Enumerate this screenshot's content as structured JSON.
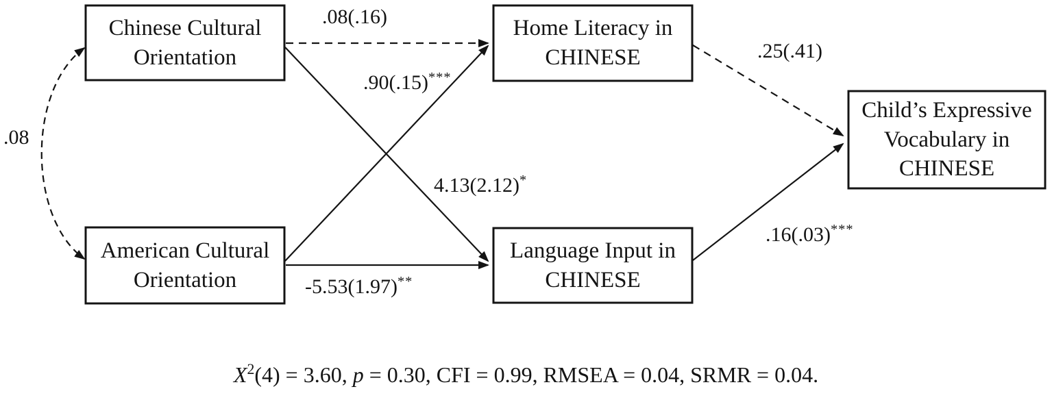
{
  "figure": {
    "background_color": "#ffffff",
    "line_color": "#141414",
    "nodes": {
      "chinese_cultural": {
        "lines": [
          "Chinese Cultural",
          "Orientation"
        ]
      },
      "american_cultural": {
        "lines": [
          "American Cultural",
          "Orientation"
        ]
      },
      "home_literacy": {
        "lines": [
          "Home Literacy in",
          "CHINESE"
        ]
      },
      "language_input": {
        "lines": [
          "Language Input in",
          "CHINESE"
        ]
      },
      "child_vocabulary": {
        "lines": [
          "Child’s Expressive",
          "Vocabulary in",
          "CHINESE"
        ]
      }
    },
    "paths": {
      "chinese_to_home_literacy": {
        "coef": ".08(.16)",
        "stars": "",
        "style": "dashed"
      },
      "american_to_home_literacy": {
        "coef": ".90(.15)",
        "stars": "***",
        "style": "solid"
      },
      "chinese_to_language_input": {
        "coef": "4.13(2.12)",
        "stars": "*",
        "style": "solid"
      },
      "american_to_language_input": {
        "coef": "-5.53(1.97)",
        "stars": "**",
        "style": "solid"
      },
      "home_literacy_to_vocabulary": {
        "coef": ".25(.41)",
        "stars": "",
        "style": "dashed"
      },
      "language_input_to_vocabulary": {
        "coef": ".16(.03)",
        "stars": "***",
        "style": "solid"
      },
      "cultural_orientations_covariance": {
        "coef": ".08",
        "stars": "",
        "style": "dashed"
      }
    },
    "fit_statistics": {
      "chi_symbol": "X",
      "chi_sup": "2",
      "chi_rest": "(4) = 3.60, ",
      "p_symbol": "p",
      "rest": " = 0.30, CFI = 0.99, RMSEA = 0.04, SRMR = 0.04."
    }
  }
}
